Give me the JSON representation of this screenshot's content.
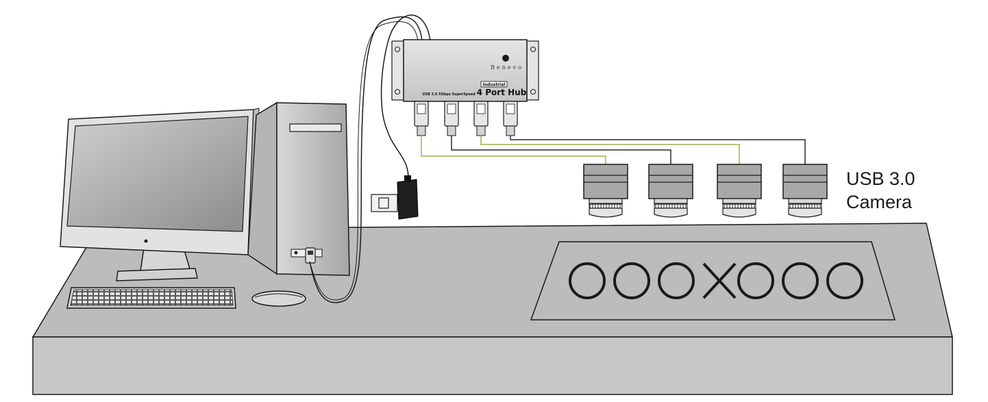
{
  "camera_label": {
    "line1": "USB 3.0",
    "line2": "Camera"
  },
  "hub": {
    "brand": "Benevo",
    "spec": "USB 3.0 5Gbps SuperSpeed",
    "tag": "Industrial",
    "title": "4 Port Hub"
  },
  "colors": {
    "desk_top": "#bcbcbc",
    "desk_front": "#c7c7c7",
    "outline": "#1a1a1a",
    "camera_body": "#a8a8a8",
    "cable_olive": "#a9a84e",
    "cable_dark": "#2a2a2a"
  },
  "icons": [
    "monitor-icon",
    "computer-tower-icon",
    "keyboard-icon",
    "mouse-icon",
    "power-adapter-icon",
    "usb-hub-icon",
    "usb-connector-icon",
    "camera-icon"
  ]
}
